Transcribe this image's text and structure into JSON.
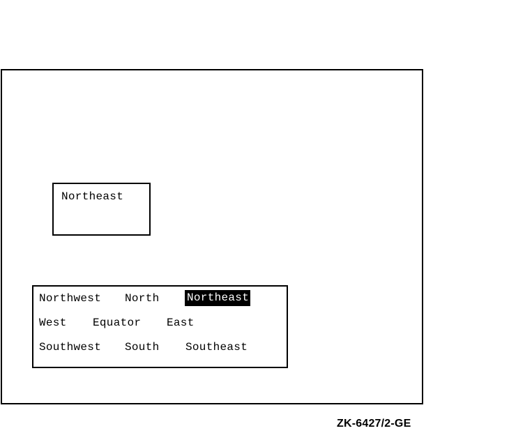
{
  "colors": {
    "background": "#ffffff",
    "foreground": "#000000",
    "highlight_bg": "#000000",
    "highlight_fg": "#ffffff"
  },
  "selected_value_box": {
    "value": "Northeast"
  },
  "list_box": {
    "items": [
      {
        "label": "Northwest",
        "selected": false
      },
      {
        "label": "North",
        "selected": false
      },
      {
        "label": "Northeast",
        "selected": true
      },
      {
        "label": "West",
        "selected": false
      },
      {
        "label": "Equator",
        "selected": false
      },
      {
        "label": "East",
        "selected": false
      },
      {
        "label": "Southwest",
        "selected": false
      },
      {
        "label": "South",
        "selected": false
      },
      {
        "label": "Southeast",
        "selected": false
      }
    ]
  },
  "caption": {
    "text": "ZK-6427/2-GE"
  }
}
